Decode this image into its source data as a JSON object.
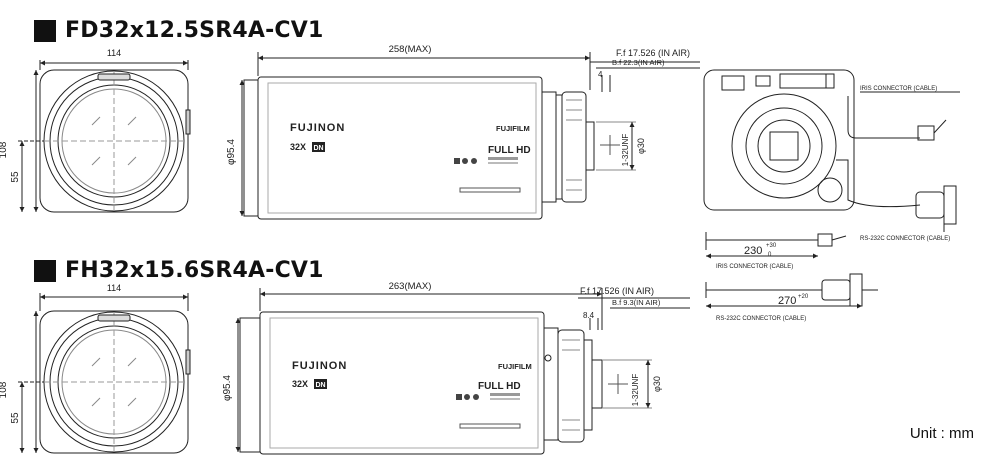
{
  "models": [
    {
      "title": "FD32x12.5SR4A-CV1",
      "front_width": "114",
      "front_height": "108",
      "center_height": "55",
      "length": "258(MAX)",
      "diameter": "φ95.4",
      "flange_focal": "F.f 17.526 (IN  AIR)",
      "back_focal": "B.f 22.3(IN  AIR)",
      "gap": "4",
      "mount": "1-32UNF",
      "mount_diameter": "φ30",
      "brand": "FUJINON",
      "brand_right": "FUJIFILM",
      "zoom": "32X",
      "dn": "DN",
      "resolution": "FULL HD"
    },
    {
      "title": "FH32x15.6SR4A-CV1",
      "front_width": "114",
      "front_height": "108",
      "center_height": "55",
      "length": "263(MAX)",
      "diameter": "φ95.4",
      "flange_focal": "F.f 17.526 (IN  AIR)",
      "back_focal": "B.f 9.3(IN  AIR)",
      "gap": "8.4",
      "mount": "1-32UNF",
      "mount_diameter": "φ30",
      "brand": "FUJINON",
      "brand_right": "FUJIFILM",
      "zoom": "32X",
      "dn": "DN",
      "resolution": "FULL HD"
    }
  ],
  "rear_view": {
    "iris_connector_label": "IRIS CONNECTOR (CABLE)",
    "rs232c_connector_label": "RS-232C CONNECTOR (CABLE)"
  },
  "cables": [
    {
      "length": "230",
      "tolerance_plus": "+30",
      "tolerance_minus": "0",
      "label": "IRIS CONNECTOR (CABLE)"
    },
    {
      "length": "270",
      "tolerance_plus": "+20",
      "label": "RS-232C CONNECTOR (CABLE)"
    }
  ],
  "unit_label": "Unit : mm"
}
